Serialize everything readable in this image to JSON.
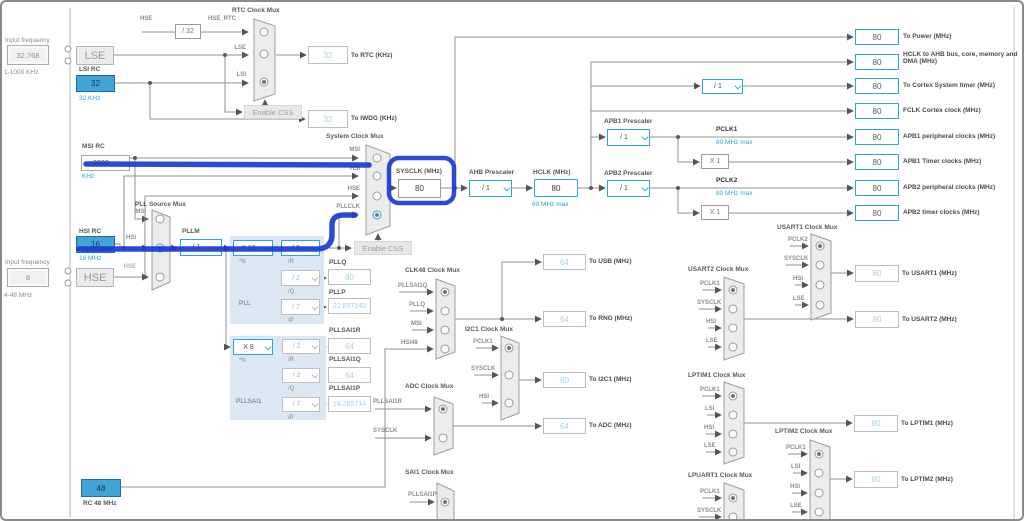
{
  "left": {
    "freq1": {
      "label": "Input frequency",
      "value": "32.768",
      "range": "1-1000 KHz"
    },
    "lse": "LSE",
    "lsi": {
      "label": "LSI RC",
      "value": "32",
      "sub": "32 KHz"
    },
    "msi": {
      "label": "MSI RC",
      "value": "2000",
      "sub": "KHz"
    },
    "hsi": {
      "label": "HSI RC",
      "value": "16",
      "sub": "16 MHz"
    },
    "freq2": {
      "label": "Input frequency",
      "value": "8",
      "range": "4-48 MHz"
    },
    "hse": "HSE",
    "rc48": {
      "value": "48",
      "sub": "RC 48 MHz"
    }
  },
  "rtc": {
    "hse_stub": "HSE",
    "div32": "/ 32",
    "hse_rtc_stub": "HSE_RTC",
    "title": "RTC Clock Mux",
    "lse_stub": "LSE",
    "lsi_stub": "LSI",
    "out_rtc": {
      "value": "32",
      "label": "To RTC (KHz)"
    },
    "enable_css": "Enable CSS",
    "out_iwdg": {
      "value": "32",
      "label": "To IWDG (KHz)"
    }
  },
  "sysmux": {
    "title": "System Clock Mux",
    "in_msi": "MSI",
    "in_hsi": "HSI",
    "in_hse": "HSE",
    "in_pllclk": "PLLCLK",
    "sysclk_label": "SYSCLK (MHz)",
    "sysclk_value": "80",
    "enable_css": "Enable CSS"
  },
  "pllsrc": {
    "title": "PLL Source Mux",
    "in_msi": "MSI",
    "in_hsi": "HSI",
    "in_hse": "HSE"
  },
  "pllm": {
    "label": "PLLM",
    "value": "/ 1"
  },
  "pll": {
    "label": "PLL",
    "n": "X 10",
    "n_sub": "*N",
    "r": "/ 2",
    "r_sub": "/R",
    "q": "/ 2",
    "q_sub": "/Q",
    "p": "/ 7",
    "p_sub": "/P",
    "pllq_label": "PLLQ",
    "pllq": "80",
    "pllp_label": "PLLP",
    "pllp": "22.857143"
  },
  "pllsai1": {
    "label": "PLLSAI1",
    "n": "X 8",
    "n_sub": "*N",
    "r": "/ 2",
    "r_sub": "/R",
    "q": "/ 2",
    "q_sub": "/Q",
    "p": "/ 7",
    "p_sub": "/P",
    "r_out_label": "PLLSAI1R",
    "r_out": "64",
    "q_out_label": "PLLSAI1Q",
    "q_out": "64",
    "p_out_label": "PLLSAI1P",
    "p_out": "18.285714"
  },
  "ahb": {
    "label": "AHB Prescaler",
    "value": "/ 1"
  },
  "hclk": {
    "label": "HCLK (MHz)",
    "value": "80",
    "note": "80 MHz max"
  },
  "cortex_div": "/ 1",
  "apb1": {
    "label": "APB1 Prescaler",
    "value": "/ 1",
    "pclk": "PCLK1",
    "note": "80 MHz max",
    "x1": "X 1"
  },
  "apb2": {
    "label": "APB2 Prescaler",
    "value": "/ 1",
    "pclk": "PCLK2",
    "note": "80 MHz max",
    "x1": "X 1"
  },
  "outputs": [
    {
      "value": "80",
      "label": "To Power (MHz)"
    },
    {
      "value": "80",
      "label": "HCLK to AHB bus, core, memory and DMA (MHz)"
    },
    {
      "value": "80",
      "label": "To Cortex System timer (MHz)"
    },
    {
      "value": "80",
      "label": "FCLK Cortex clock (MHz)"
    },
    {
      "value": "80",
      "label": "APB1 peripheral clocks (MHz)"
    },
    {
      "value": "80",
      "label": "APB1 Timer clocks (MHz)"
    },
    {
      "value": "80",
      "label": "APB2 peripheral clocks (MHz)"
    },
    {
      "value": "80",
      "label": "APB2 timer clocks (MHz)"
    }
  ],
  "clk48": {
    "title": "CLK48 Clock Mux",
    "inputs": [
      "PLLSAI1Q",
      "PLLQ",
      "MSI",
      "HSI48"
    ],
    "usb": {
      "value": "64",
      "label": "To USB (MHz)"
    },
    "rng": {
      "value": "64",
      "label": "To RNG (MHz)"
    }
  },
  "i2c1": {
    "title": "I2C1 Clock Mux",
    "inputs": [
      "PCLK1",
      "SYSCLK",
      "HSI"
    ],
    "out": {
      "value": "80",
      "label": "To I2C1 (MHz)"
    }
  },
  "adc": {
    "title": "ADC Clock Mux",
    "inputs": [
      "PLLSAI1R",
      "SYSCLK"
    ],
    "out": {
      "value": "64",
      "label": "To ADC (MHz)"
    }
  },
  "sai1": {
    "title": "SAI1 Clock Mux",
    "inputs": [
      "PLLSAI1P"
    ]
  },
  "usart1": {
    "title": "USART1 Clock Mux",
    "inputs": [
      "PCLK2",
      "SYSCLK",
      "HSI",
      "LSE"
    ],
    "out": {
      "value": "80",
      "label": "To USART1 (MHz)"
    }
  },
  "usart2": {
    "title": "USART2 Clock Mux",
    "inputs": [
      "PCLK1",
      "SYSCLK",
      "HSI",
      "LSE"
    ],
    "out": {
      "value": "80",
      "label": "To USART2 (MHz)"
    }
  },
  "lptim1": {
    "title": "LPTIM1 Clock Mux",
    "inputs": [
      "PCLK1",
      "LSI",
      "HSI",
      "LSE"
    ],
    "out": {
      "value": "80",
      "label": "To LPTIM1 (MHz)"
    }
  },
  "lptim2": {
    "title": "LPTIM2 Clock Mux",
    "inputs": [
      "PCLK1",
      "LSI",
      "HSI",
      "LSE"
    ],
    "out": {
      "value": "80",
      "label": "To LPTIM2 (MHz)"
    }
  },
  "lpuart1": {
    "title": "LPUART1 Clock Mux",
    "inputs": [
      "PCLK1",
      "SYSCLK"
    ]
  },
  "colors": {
    "accent": "#2fa4da",
    "source_fill": "#41a3d6",
    "pale_value": "#a9cfe6",
    "annotation": "#1c3bd1",
    "note_blue": "#2fa4da"
  }
}
